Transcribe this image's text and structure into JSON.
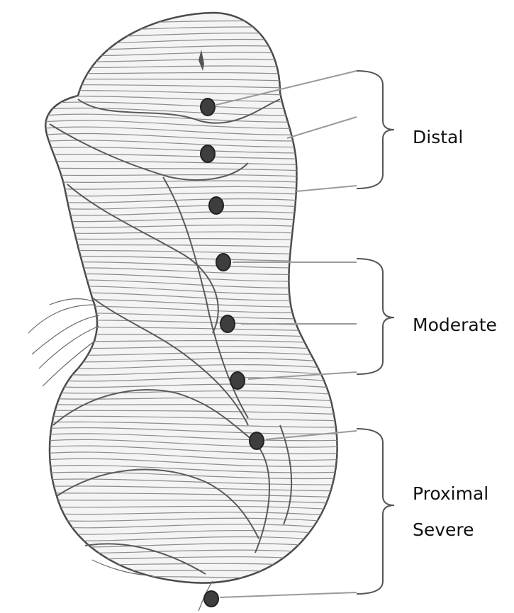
{
  "regions": [
    {
      "label": "Distal"
    },
    {
      "label": "Moderate"
    },
    {
      "label": "Proximal",
      "label2": "Severe"
    }
  ],
  "colors": {
    "sketch": "#4a4a4a",
    "hatch": "#8c8c8c",
    "dot": "#3e3e3e",
    "bracket": "#555555",
    "leader": "#9a9a9a",
    "background": "#ffffff"
  }
}
